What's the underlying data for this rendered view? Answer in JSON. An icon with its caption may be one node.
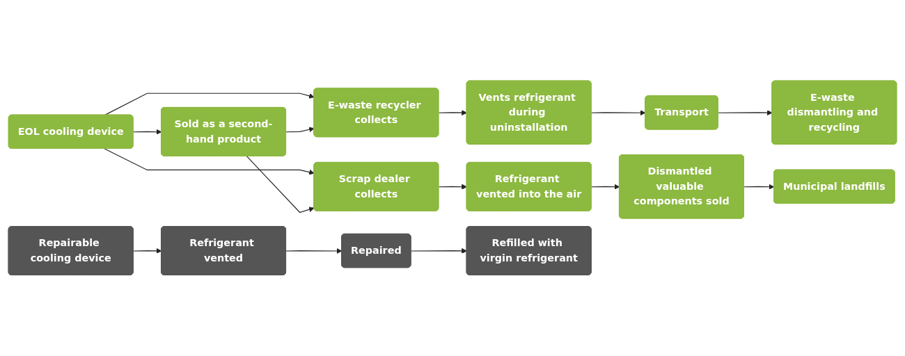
{
  "diagram": {
    "nodes": [
      {
        "text": [
          "EOL cooling device"
        ]
      },
      {
        "text": [
          "Sold as a second-hand product"
        ]
      },
      {
        "text": [
          "E-waste recycler collects"
        ]
      },
      {
        "text": [
          "Scrap dealer collects"
        ]
      },
      {
        "text": [
          "Vents refrigerant during uninstallation"
        ]
      },
      {
        "text": [
          "Transport"
        ]
      },
      {
        "text": [
          "E-waste dismantling and recycling"
        ]
      },
      {
        "text": [
          "Refrigerant vented into the air"
        ]
      },
      {
        "text": [
          "Dismantled valuable components sold"
        ]
      },
      {
        "text": [
          "Municipal landfills"
        ]
      },
      {
        "text": [
          "Repairable cooling device"
        ]
      },
      {
        "text": [
          "Refrigerant vented"
        ]
      },
      {
        "text": [
          "Repaired"
        ]
      },
      {
        "text": [
          "Refilled with virgin refrigerant"
        ]
      }
    ],
    "edges": [
      {
        "from": 0,
        "to": 1,
        "arrow": "to"
      },
      {
        "from": 0,
        "to": 2,
        "arrow": "to"
      },
      {
        "from": 0,
        "to": 3,
        "arrow": "to"
      },
      {
        "from": 1,
        "to": 2,
        "arrow": "to"
      },
      {
        "from": 1,
        "to": 3,
        "arrow": "to"
      },
      {
        "from": 2,
        "to": 4,
        "arrow": "to"
      },
      {
        "from": 3,
        "to": 7,
        "arrow": "to"
      },
      {
        "from": 4,
        "to": 5,
        "arrow": "to"
      },
      {
        "from": 5,
        "to": 6,
        "arrow": "to"
      },
      {
        "from": 7,
        "to": 8,
        "arrow": "to"
      },
      {
        "from": 8,
        "to": 9,
        "arrow": "to"
      },
      {
        "from": 10,
        "to": 11,
        "arrow": "to"
      },
      {
        "from": 11,
        "to": 12,
        "arrow": "to"
      },
      {
        "from": 12,
        "to": 13,
        "arrow": "to"
      }
    ]
  }
}
